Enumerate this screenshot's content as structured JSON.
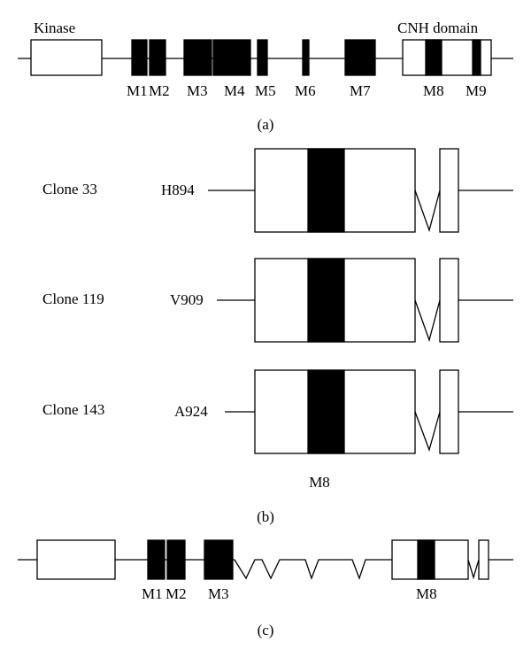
{
  "panel_a": {
    "kinase_label": "Kinase",
    "cnh_label": "CNH domain",
    "motifs": [
      "M1",
      "M2",
      "M3",
      "M4",
      "M5",
      "M6",
      "M7",
      "M8",
      "M9"
    ],
    "caption": "(a)"
  },
  "panel_b": {
    "clones": [
      {
        "name": "Clone 33",
        "residue": "H894"
      },
      {
        "name": "Clone 119",
        "residue": "V909"
      },
      {
        "name": "Clone 143",
        "residue": "A924"
      }
    ],
    "motif": "M8",
    "caption": "(b)"
  },
  "panel_c": {
    "motifs": [
      "M1",
      "M2",
      "M3",
      "M8"
    ],
    "caption": "(c)"
  },
  "colors": {
    "fill": "#000000",
    "stroke": "#000000",
    "background": "#ffffff"
  }
}
